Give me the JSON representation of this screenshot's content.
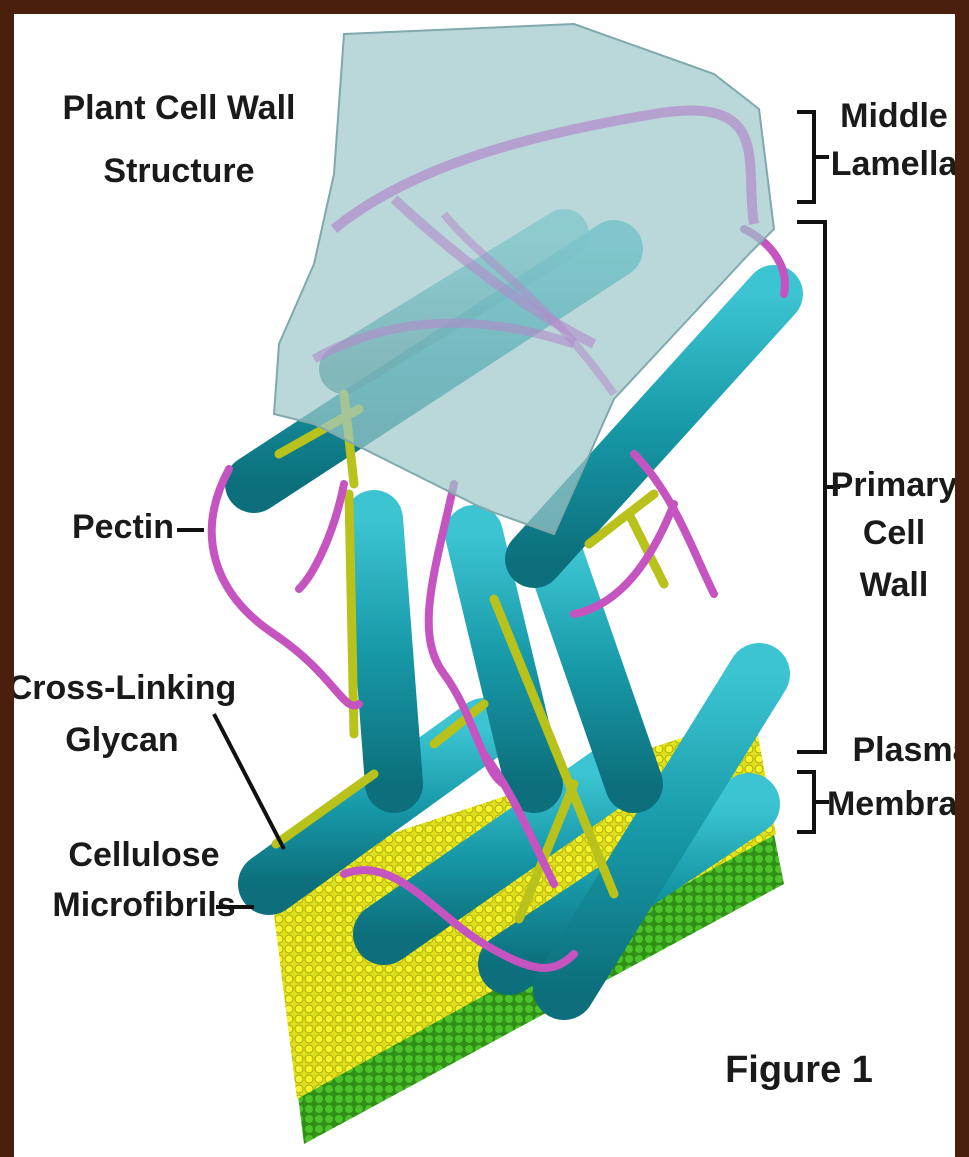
{
  "title": [
    "Plant Cell Wall",
    "Structure"
  ],
  "figure_label": "Figure 1",
  "labels": {
    "middle_lamella": [
      "Middle",
      "Lamella"
    ],
    "primary_cell_wall": [
      "Primary",
      "Cell",
      "Wall"
    ],
    "plasma_membrane": [
      "Plasma",
      "Membrane"
    ],
    "pectin": "Pectin",
    "cross_linking_glycan": [
      "Cross-Linking",
      "Glycan"
    ],
    "cellulose_microfibrils": [
      "Cellulose",
      "Microfibrils"
    ]
  },
  "colors": {
    "frame": "#4a1f0c",
    "middle_lamella": "#9cc7c9",
    "cellulose": "#1fa3b3",
    "glycan": "#b8c21a",
    "pectin": "#c554c0",
    "membrane_top": "#f2ee1a",
    "membrane_bottom": "#3fae1e"
  }
}
